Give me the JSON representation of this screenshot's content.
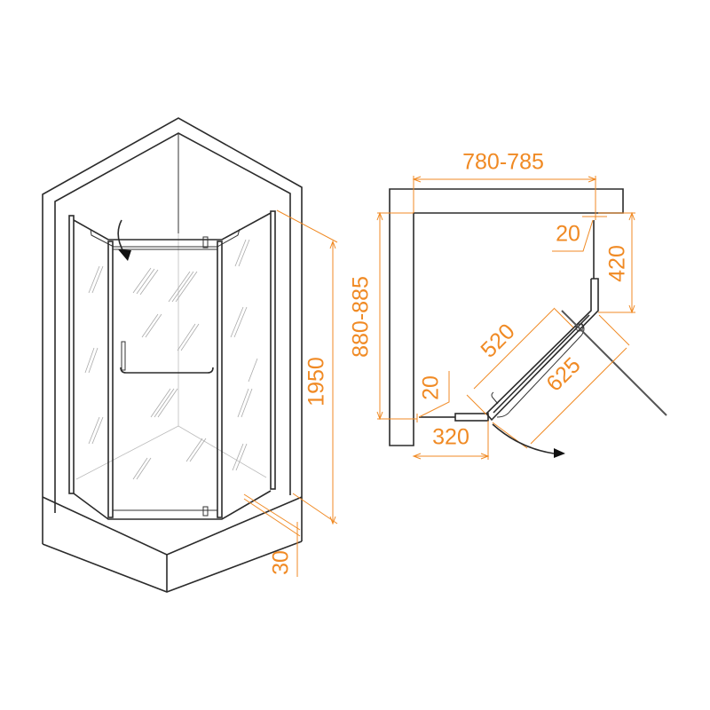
{
  "colors": {
    "dimension": "#f08a24",
    "outline": "#2b2b2b"
  },
  "perspective_view": {
    "height_label": "1950",
    "tray_label": "30",
    "icons": [
      "door-swing-arrow-icon"
    ]
  },
  "plan_view": {
    "width_label": "780-785",
    "depth_label": "880-885",
    "side_offset_top_label": "20",
    "side_offset_left_label": "20",
    "right_panel_label": "420",
    "left_panel_label": "320",
    "door_inner_label": "520",
    "door_outer_label": "625",
    "icons": [
      "door-open-arrow-icon"
    ]
  }
}
